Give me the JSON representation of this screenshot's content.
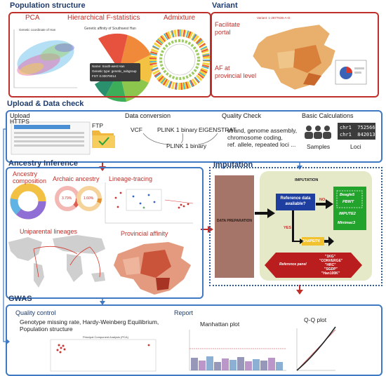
{
  "sections": {
    "population_structure": "Population structure",
    "variant": "Variant",
    "upload_data_check": "Upload & Data check",
    "ancestry_inference": "Ancestry Inference",
    "imputation": "Imputation",
    "gwas": "GWAS"
  },
  "population": {
    "pca": {
      "title": "PCA",
      "plot_title": "Genetic coordinate of Han"
    },
    "hfs": {
      "title": "Hierarchical F-statistics",
      "plot_title": "Genetic affinity of Southwest Han",
      "tooltip": [
        "Name: South-west Han",
        "Genetic type: genetic_subgroup",
        "FST: 0.00079014"
      ]
    },
    "admixture": {
      "title": "Admixture"
    }
  },
  "variant": {
    "facilitate": "Facilitate portal",
    "af_provincial": "AF at provincial level",
    "variant_id": "Variant: 1-2877636-A-G"
  },
  "upload": {
    "label": "Upload",
    "https": "HTTPS",
    "ftp": "FTP",
    "data_conversion": "Data conversion",
    "formats": {
      "vcf": "VCF",
      "plink_top": "PLINK 1 binary",
      "eigenstrat": "EIGENSTRAT",
      "plink_bottom": "PLINK 1 binary"
    },
    "quality_check": "Quality Check",
    "qc_lines": [
      "strand, genome assembly,",
      "chromosome coding,",
      "ref. allele, repeated loci ..."
    ],
    "basic_calc": "Basic Calculations",
    "samples": "Samples",
    "loci": "Loci",
    "loci_rows": [
      "chr1  752566",
      "chr1  842013"
    ]
  },
  "ancestry": {
    "composition": "Ancestry composition",
    "archaic": "Archaic ancestry",
    "archaic_pct": [
      "3.79%",
      "1.60%"
    ],
    "lineage": "Lineage-tracing",
    "uniparental": "Uniparental lineages",
    "provincial": "Provincial affinity"
  },
  "imputation": {
    "data_prep": "DATA PREPARATION",
    "panel_title": "IMPUTATION",
    "question": "Reference data available?",
    "no": "NO",
    "yes": "YES",
    "shapeit": "SHAPEIT4",
    "tools": [
      "Beagle5",
      "PBWT",
      "IMPUTE2",
      "Minimac3"
    ],
    "ref_label": "Reference panel",
    "ref_panels": [
      "\"1KG\"",
      "\"CONVERGE\"",
      "\"HRC\"",
      "\"SGDP\"",
      "\"Han100K\""
    ]
  },
  "gwas": {
    "qc_title": "Quality control",
    "qc_lines": [
      "Genotype missing rate, Hardy-Weinberg Equilibrium,",
      "Population structure"
    ],
    "report": "Report",
    "manhattan": "Manhattan plot",
    "qq": "Q-Q plot",
    "pca_mini_title": "Principal Component Analysis (PCA)"
  },
  "colors": {
    "red": "#c0302a",
    "blue": "#3f78c3",
    "navy": "#1f3c6e",
    "imp_green": "#22a32b",
    "imp_blue": "#1f3fa0",
    "imp_red": "#b91d1d",
    "imp_yellow": "#f2c12e",
    "prep_brown": "#a67569"
  }
}
